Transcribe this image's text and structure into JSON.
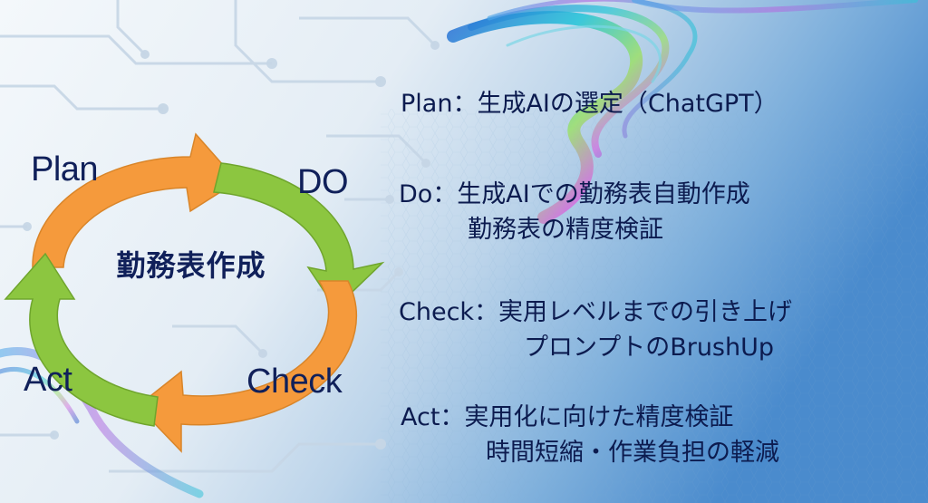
{
  "cycle": {
    "center_title": "勤務表作成",
    "steps": [
      {
        "label": "Plan",
        "color": "#f59a3c"
      },
      {
        "label": "DO",
        "color": "#8cc640"
      },
      {
        "label": "Check",
        "color": "#f59a3c"
      },
      {
        "label": "Act",
        "color": "#8cc640"
      }
    ]
  },
  "descriptions": {
    "plan": {
      "lines": [
        "Plan：生成AIの選定（ChatGPT）"
      ]
    },
    "do": {
      "lines": [
        "Do：生成AIでの勤務表自動作成",
        "勤務表の精度検証"
      ]
    },
    "check": {
      "lines": [
        "Check：実用レベルまでの引き上げ",
        "プロンプトのBrushUp"
      ]
    },
    "act": {
      "lines": [
        "Act：実用化に向けた精度検証",
        "時間短縮・作業負担の軽減"
      ]
    }
  },
  "colors": {
    "text": "#10205a",
    "orange_arrow": "#f59a3c",
    "green_arrow": "#8cc640",
    "background_light": "#eef3f8",
    "background_blue": "#4f8fcf"
  }
}
